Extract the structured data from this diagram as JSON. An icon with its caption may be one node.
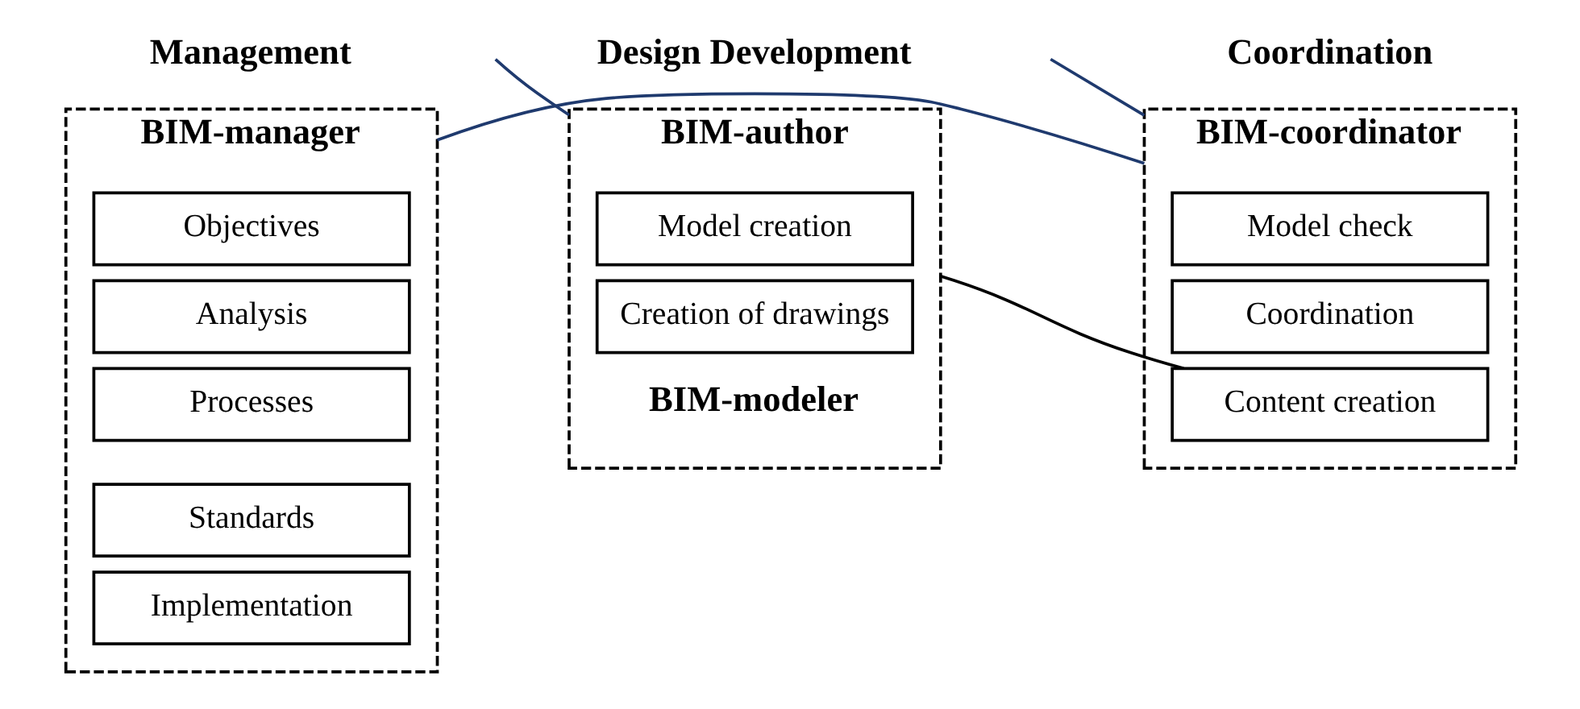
{
  "diagram": {
    "nodes": [
      {
        "text": [
          "BIM-manager"
        ]
      },
      {
        "text": [
          "Objectives"
        ],
        "in": 0
      },
      {
        "text": [
          "Analysis"
        ],
        "in": 0
      },
      {
        "text": [
          "Processes"
        ],
        "in": 0
      },
      {
        "text": [
          "Standards"
        ],
        "in": 0
      },
      {
        "text": [
          "Implementation"
        ],
        "in": 0
      },
      {
        "text": [
          "BIM-coordinator"
        ]
      },
      {
        "text": [
          "Model check"
        ],
        "in": 6
      },
      {
        "text": [
          "Coordination"
        ],
        "in": 6
      },
      {
        "text": [
          "Content creation"
        ],
        "in": 6
      },
      {
        "text": [
          "BIM-author",
          "BIM-modeler"
        ]
      },
      {
        "text": [
          "Model creation"
        ],
        "in": 10
      },
      {
        "text": [
          "Creation of drawings"
        ],
        "in": 10
      }
    ],
    "edges": [
      {
        "from": 0,
        "to": 6,
        "arrow": "none",
        "color": "#1f3a6e"
      },
      {
        "from": 6,
        "to": null,
        "arrow": "none",
        "color": "#1f3a6e"
      },
      {
        "from": 10,
        "to": null,
        "arrow": "none",
        "color": "#1f3a6e"
      },
      {
        "from": 9,
        "to": 10,
        "arrow": "none",
        "color": "#000000"
      }
    ],
    "labels": [
      "Management",
      "Coordination",
      "Design Development"
    ]
  }
}
